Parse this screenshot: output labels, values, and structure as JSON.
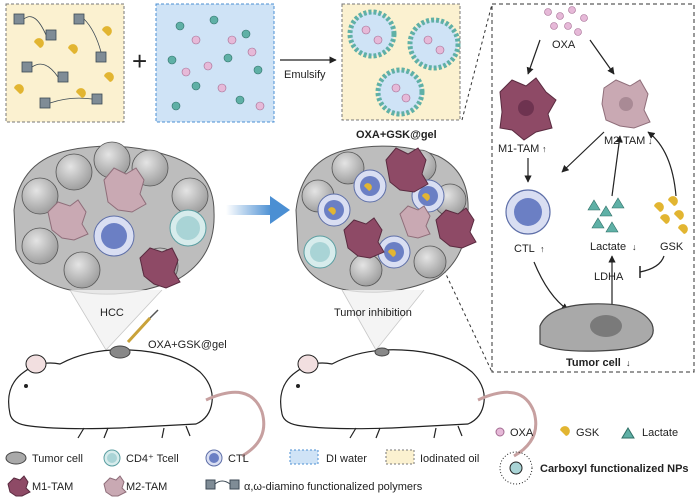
{
  "top": {
    "emulsify_label": "Emulsify",
    "product_label": "OXA+GSK@gel"
  },
  "scenes": {
    "hcc_label": "HCC",
    "inhibition_label": "Tumor inhibition",
    "injection_label": "OXA+GSK@gel"
  },
  "pathway": {
    "oxa": "OXA",
    "m1_tam": "M1-TAM",
    "m2_tam": "M2-TAM",
    "ctl": "CTL",
    "lactate": "Lactate",
    "gsk": "GSK",
    "ldha": "LDHA",
    "tumor_cell": "Tumor cell",
    "m1_indicator": "↑",
    "m2_indicator": "↓",
    "ctl_indicator": "↑",
    "lactate_indicator": "↓",
    "tumor_indicator": "↓"
  },
  "legend": {
    "tumor_cell": "Tumor cell",
    "cd4_cell": "CD4⁺ Tcell",
    "ctl": "CTL",
    "di_water": "DI water",
    "iodinated_oil": "Iodinated oil",
    "m1_tam": "M1-TAM",
    "m2_tam": "M2-TAM",
    "polymers": "α,ω-diamino functionalized polymers",
    "oxa": "OXA",
    "gsk": "GSK",
    "lactate": "Lactate",
    "nps": "Carboxyl functionalized NPs"
  },
  "colors": {
    "oil": "#fbf1d0",
    "water": "#cfe3f6",
    "m1": "#8e4a66",
    "m2": "#c9a9b3",
    "ctl": "#6b7fc4",
    "cd4": "#a9d4d6",
    "tumor": "#b6b6b6",
    "oxa": "#e6b9d8",
    "gsk": "#e2b531",
    "lactate": "#5fb0a6",
    "arrow_blue": "#4b8fd3"
  }
}
